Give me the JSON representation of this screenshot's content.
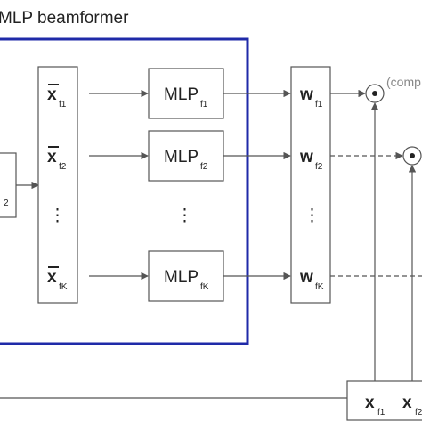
{
  "title": "MLP beamformer",
  "input_stub_sub": "2",
  "input_vectors": {
    "top": {
      "base": "x",
      "sub": "f1"
    },
    "mid": {
      "base": "x",
      "sub": "f2"
    },
    "bottom": {
      "base": "x",
      "sub": "fK"
    },
    "ellipsis": "⋮"
  },
  "mlps": [
    {
      "base": "MLP",
      "sub": "f1"
    },
    {
      "base": "MLP",
      "sub": "f2"
    },
    {
      "base": "MLP",
      "sub": "fK"
    }
  ],
  "mlp_ellipsis": "⋮",
  "weights": {
    "top": {
      "base": "w",
      "sub": "f1"
    },
    "mid": {
      "base": "w",
      "sub": "f2"
    },
    "bottom": {
      "base": "w",
      "sub": "fK"
    },
    "ellipsis": "⋮"
  },
  "output_note": "(comp",
  "bottom_inputs": [
    {
      "base": "x",
      "sub": "f1"
    },
    {
      "base": "x",
      "sub": "f2"
    }
  ],
  "colors": {
    "beamformer_border": "#1f2aa8",
    "stroke": "#555555",
    "note": "#888888"
  }
}
